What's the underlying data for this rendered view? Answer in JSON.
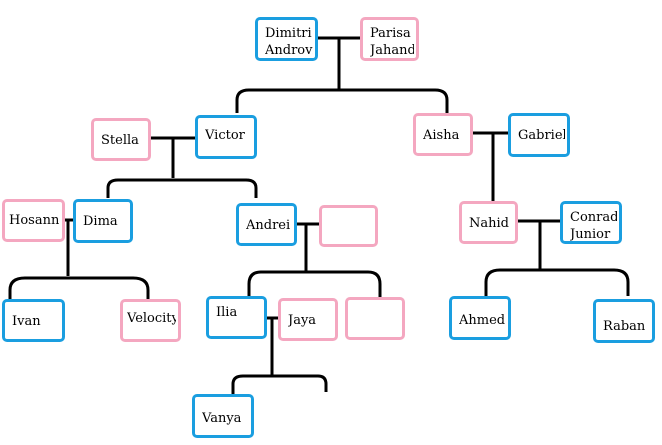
{
  "colors": {
    "male_border": "#1a9ee0",
    "female_border": "#f4a7c0",
    "connector": "#000000"
  },
  "people": {
    "dimitri": "Dimitri\nAndrovich",
    "parisa": "Parisa\nJahandar",
    "stella": "Stella",
    "victor": "Victor",
    "aisha": "Aisha",
    "gabriel": "Gabriel",
    "hosanna": "Hosanna",
    "dima": "Dima",
    "andrei": "Andrei",
    "andrei_spouse": "",
    "nahid": "Nahid",
    "conrad": "Conrad\nJunior",
    "ivan": "Ivan",
    "velocity": "Velocity",
    "ilia": "Ilia",
    "jaya": "Jaya",
    "andrei_child3": "",
    "ahmed": "Ahmed",
    "raban": "Raban",
    "vanya": "Vanya"
  }
}
